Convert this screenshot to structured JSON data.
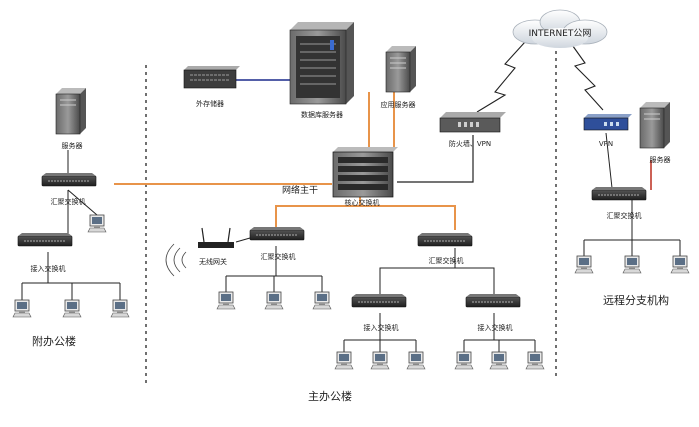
{
  "labels": {
    "internet": "INTERNET公网",
    "external_storage": "外存储器",
    "db_server": "数据库服务器",
    "app_server": "应用服务器",
    "firewall_vpn": "防火墙、VPN",
    "vpn": "VPN",
    "server_left": "服务器",
    "server_right": "服务器",
    "backbone": "网络主干",
    "core_switch": "核心交换机",
    "agg_switch_left": "汇聚交换机",
    "agg_switch_mid": "汇聚交换机",
    "agg_switch_mid_right": "汇聚交换机",
    "agg_switch_right": "汇聚交换机",
    "access_switch_left": "接入交换机",
    "access_switch_a": "接入交换机",
    "access_switch_b": "接入交换机",
    "wireless_gateway": "无线网关",
    "annex_building": "附办公楼",
    "main_building": "主办公楼",
    "remote_branch": "远程分支机构"
  },
  "colors": {
    "backbone_line": "#e8944a",
    "storage_line": "#1a2a8c",
    "firewall_line": "#c0392b",
    "link_line": "#222222"
  }
}
